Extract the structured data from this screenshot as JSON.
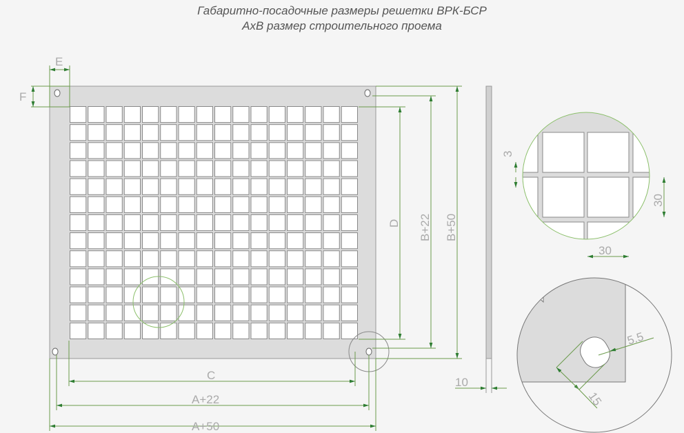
{
  "title_line1": "Габаритно-посадочные размеры решетки ВРК-БСР",
  "title_line2": "AxB размер строительного проема",
  "labels": {
    "E": "E",
    "F": "F",
    "C": "C",
    "A22": "A+22",
    "A50": "A+50",
    "D": "D",
    "B22": "B+22",
    "B50": "B+50",
    "thickness": "10",
    "bar": "3",
    "cell_h": "30",
    "cell_w": "30",
    "slot": "5.5",
    "slot_offset": "15"
  },
  "grid": {
    "columns": 16,
    "rows": 13
  },
  "colors": {
    "frame": "#dcdcdc",
    "line": "#888888",
    "dim": "#5a8a3a",
    "arrow": "#2e7d32"
  }
}
